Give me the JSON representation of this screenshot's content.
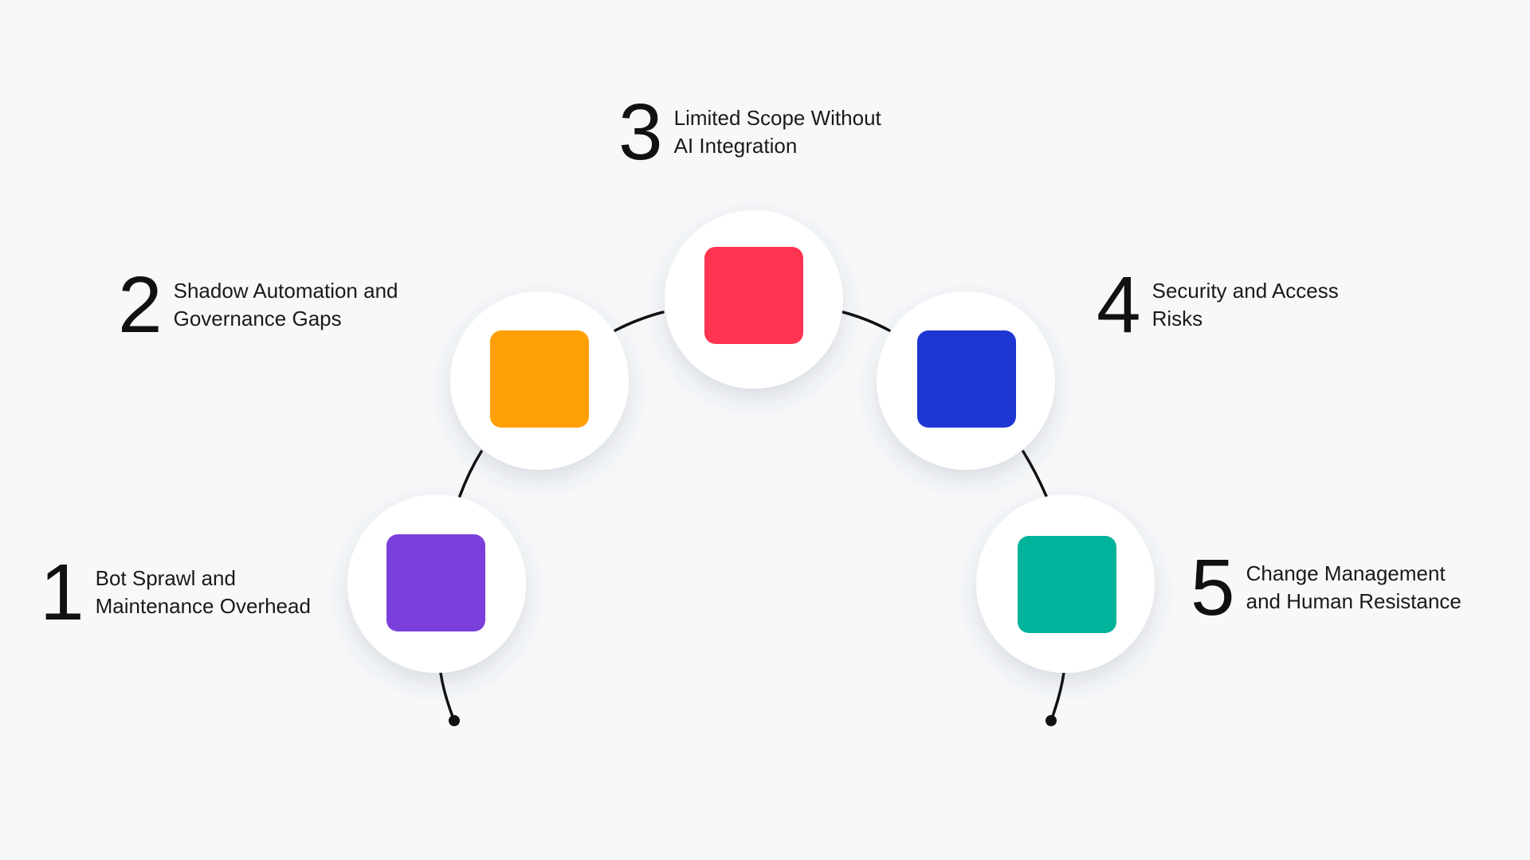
{
  "steps": [
    {
      "number": "1",
      "line1": "Bot Sprawl and",
      "line2": "Maintenance Overhead",
      "color": "#7B3FDB"
    },
    {
      "number": "2",
      "line1": "Shadow Automation and",
      "line2": "Governance Gaps",
      "color": "#FF9F06"
    },
    {
      "number": "3",
      "line1": "Limited Scope Without",
      "line2": "AI Integration",
      "color": "#FF3451"
    },
    {
      "number": "4",
      "line1": "Security and Access",
      "line2": "Risks",
      "color": "#1E37D2"
    },
    {
      "number": "5",
      "line1": "Change Management",
      "line2": "and Human Resistance",
      "color": "#00B39B"
    }
  ]
}
